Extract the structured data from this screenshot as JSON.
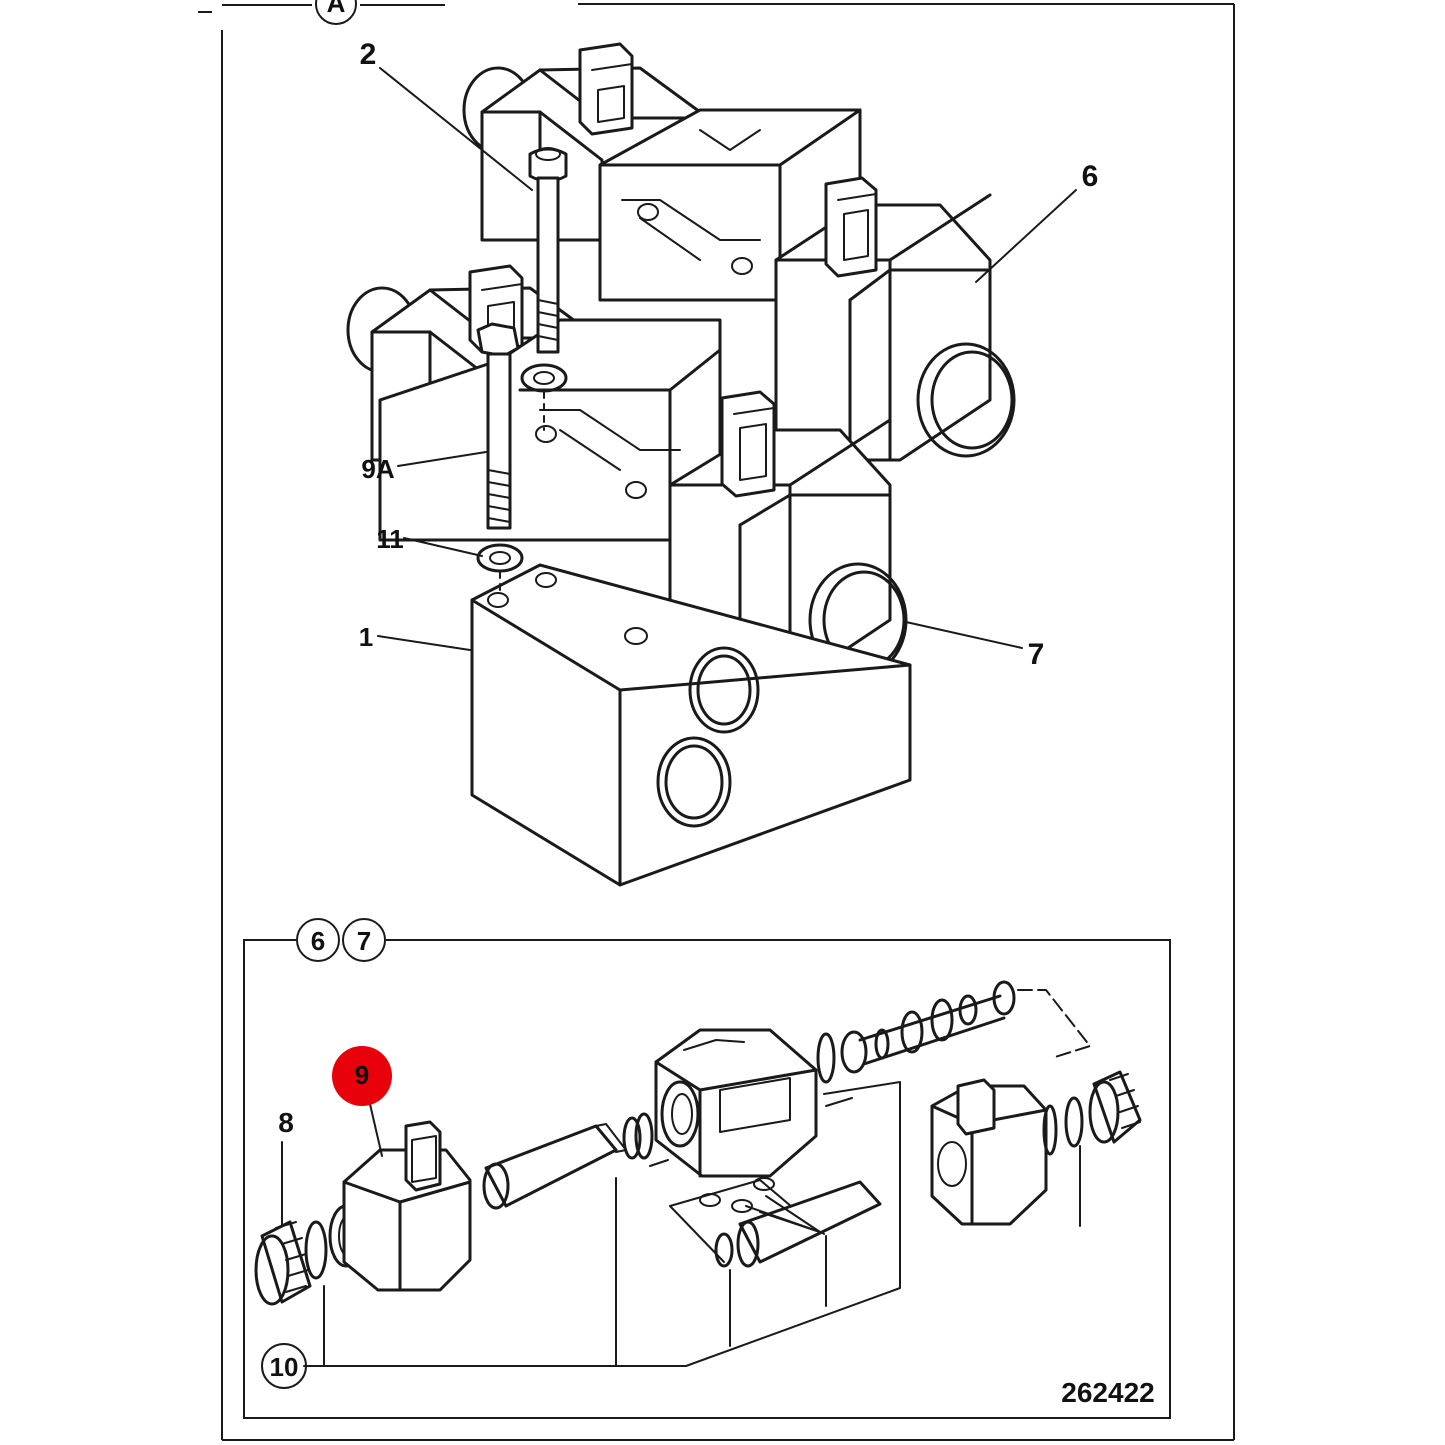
{
  "diagram": {
    "view_label": "A",
    "detail_labels": [
      "6",
      "7"
    ],
    "drawing_number": "262422",
    "highlight_color": "#e8000b",
    "callouts": [
      {
        "id": "1",
        "label": "1"
      },
      {
        "id": "2",
        "label": "2"
      },
      {
        "id": "6",
        "label": "6"
      },
      {
        "id": "7",
        "label": "7"
      },
      {
        "id": "8",
        "label": "8"
      },
      {
        "id": "9",
        "label": "9",
        "highlighted": true
      },
      {
        "id": "9A",
        "label": "9A"
      },
      {
        "id": "10",
        "label": "10"
      },
      {
        "id": "11",
        "label": "11"
      }
    ]
  }
}
